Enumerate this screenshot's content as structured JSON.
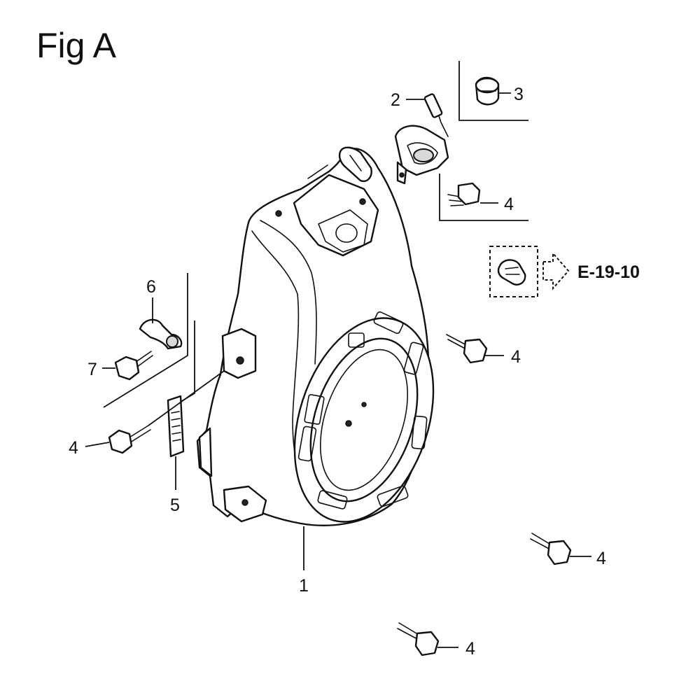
{
  "figure": {
    "title": "Fig A",
    "reference": "E-19-10"
  },
  "callouts": [
    {
      "id": "c1",
      "label": "1"
    },
    {
      "id": "c2",
      "label": "2"
    },
    {
      "id": "c3",
      "label": "3"
    },
    {
      "id": "c4a",
      "label": "4"
    },
    {
      "id": "c4b",
      "label": "4"
    },
    {
      "id": "c4c",
      "label": "4"
    },
    {
      "id": "c4d",
      "label": "4"
    },
    {
      "id": "c4e",
      "label": "4"
    },
    {
      "id": "c5",
      "label": "5"
    },
    {
      "id": "c6",
      "label": "6"
    },
    {
      "id": "c7",
      "label": "7"
    }
  ],
  "icons": {
    "arrow": "right-arrow-icon",
    "reference_box": "clamp-reference-icon"
  }
}
